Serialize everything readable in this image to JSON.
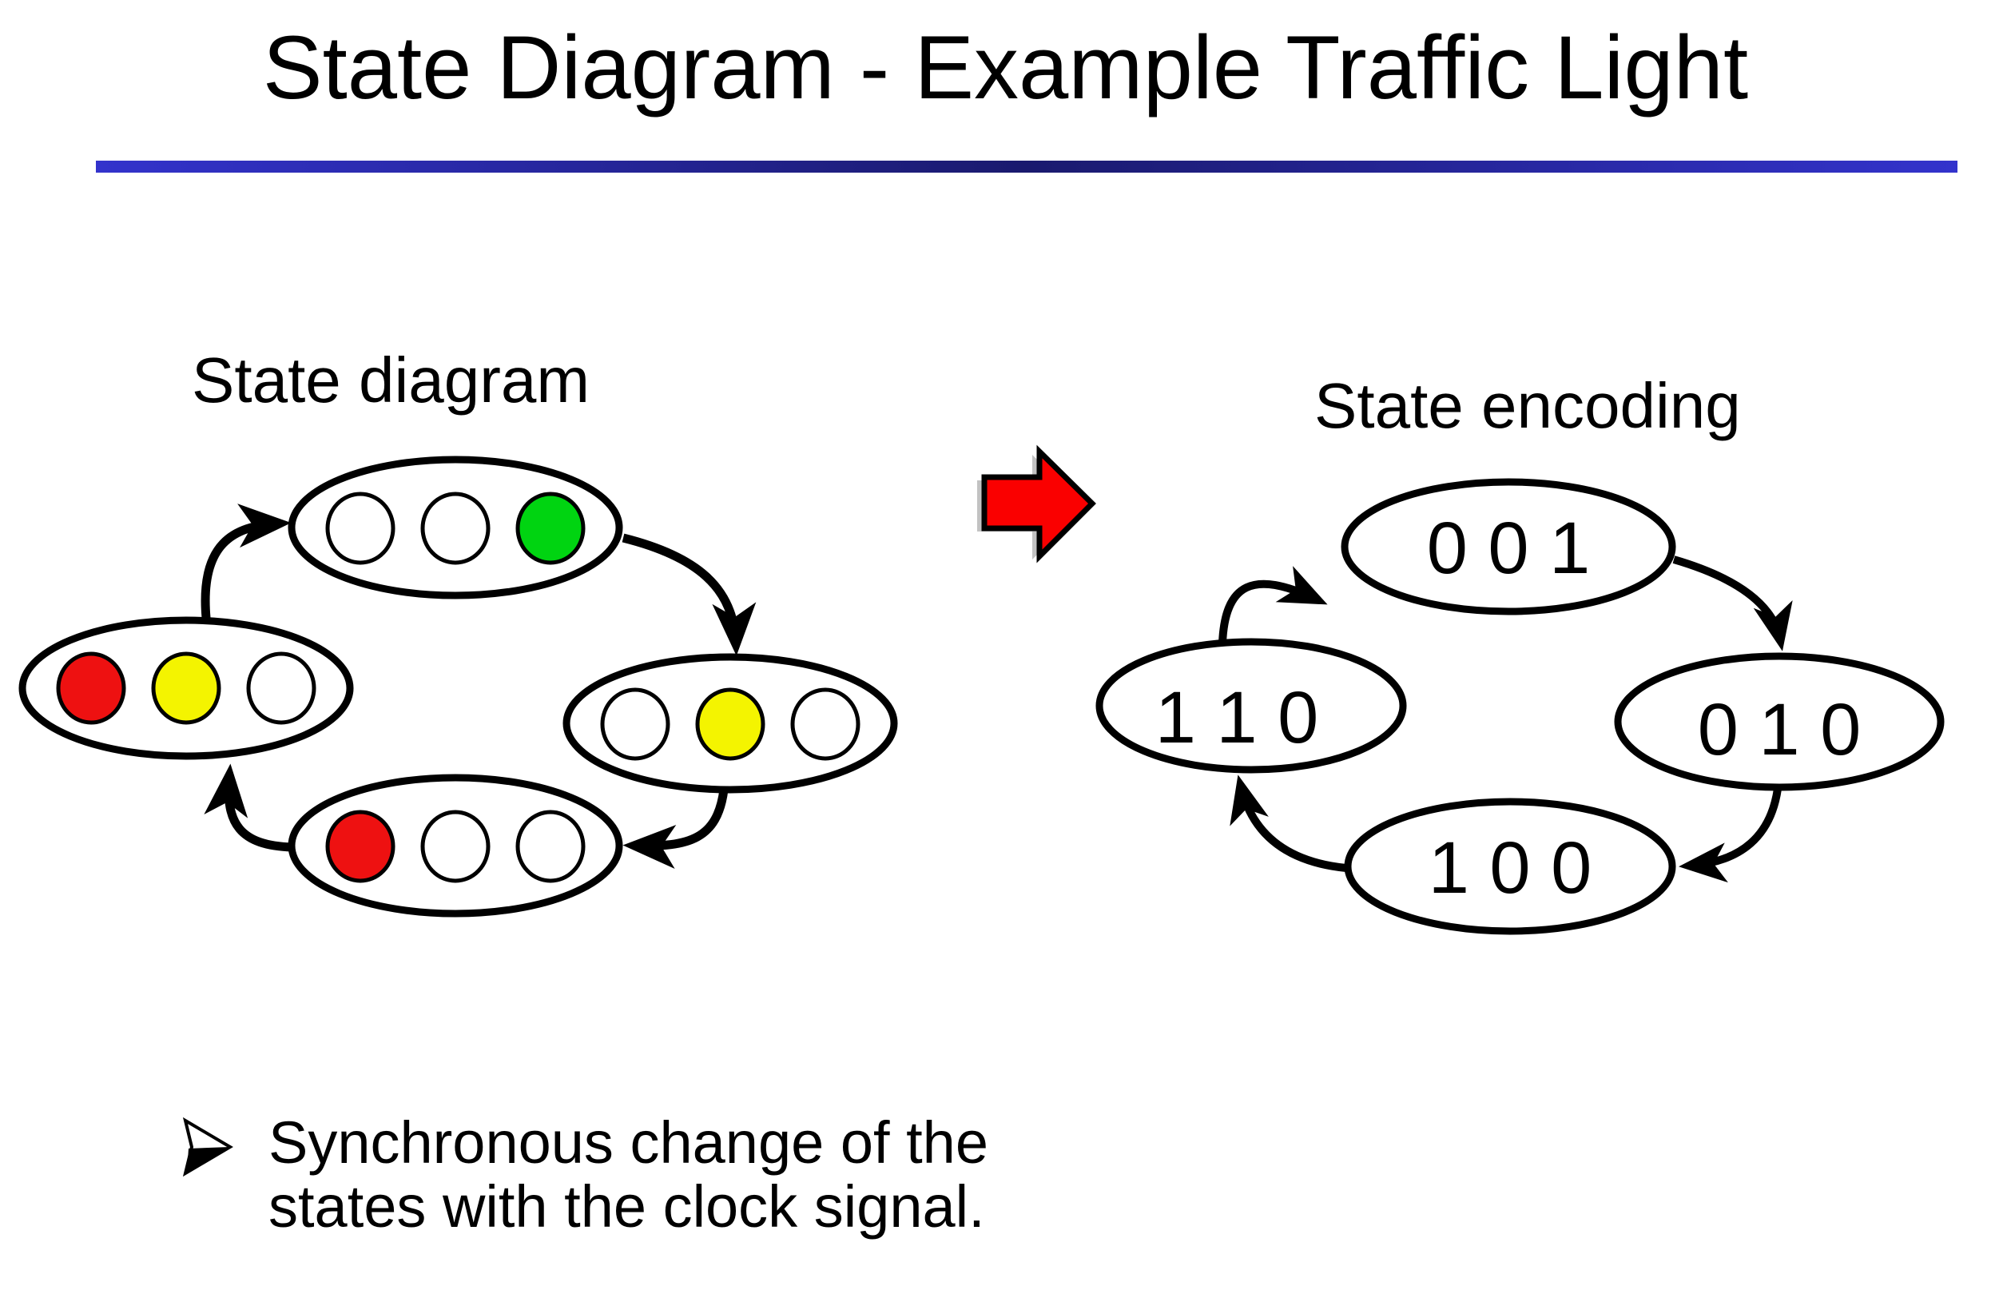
{
  "slide": {
    "title": "State Diagram - Example Traffic Light",
    "bullet": {
      "marker_glyph": "➢",
      "line1": "Synchronous change of the",
      "line2": "states with the clock signal."
    }
  },
  "colors": {
    "rule_edge": "#3333cc",
    "rule_center": "#1a1a6e",
    "big_arrow_fill": "#fa0000",
    "big_arrow_shadow": "#c2c2c2",
    "lamp_green": "#00d411",
    "lamp_red": "#ee1111",
    "lamp_yellow": "#f4f400",
    "lamp_off": "#ffffff"
  },
  "state_diagram": {
    "label": "State diagram",
    "states": [
      {
        "name": "green",
        "lamps": [
          "#ffffff",
          "#ffffff",
          "#00d411"
        ]
      },
      {
        "name": "red-yellow",
        "lamps": [
          "#ee1111",
          "#f4f400",
          "#ffffff"
        ]
      },
      {
        "name": "yellow",
        "lamps": [
          "#ffffff",
          "#f4f400",
          "#ffffff"
        ]
      },
      {
        "name": "red",
        "lamps": [
          "#ee1111",
          "#ffffff",
          "#ffffff"
        ]
      }
    ]
  },
  "state_encoding": {
    "label": "State encoding",
    "codes": [
      "0 0 1",
      "1 1 0",
      "0 1 0",
      "1 0 0"
    ]
  }
}
